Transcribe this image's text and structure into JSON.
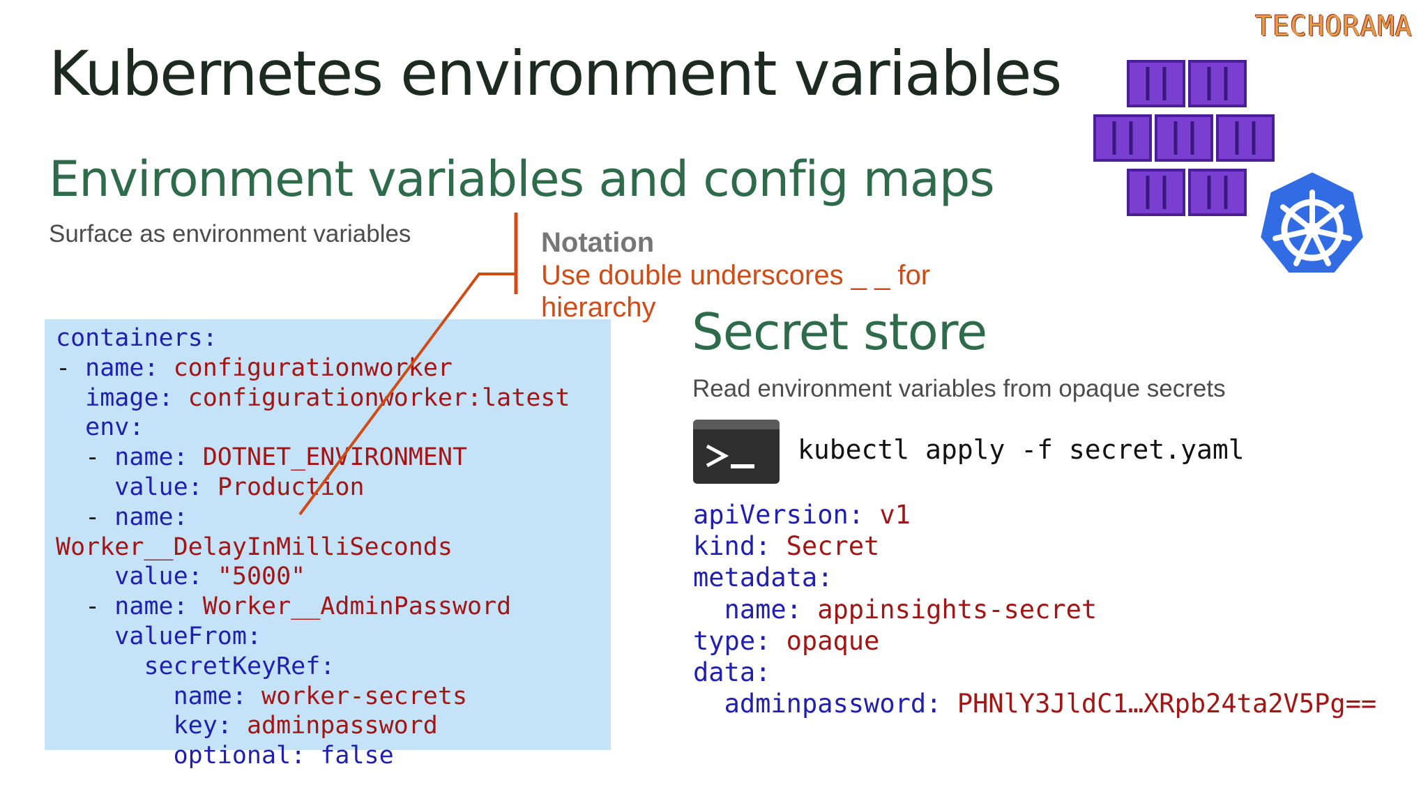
{
  "slide": {
    "title": "Kubernetes environment variables",
    "subtitle": "Environment variables and config maps",
    "surface_caption": "Surface as environment variables",
    "brand": "TECHORAMA",
    "notation": {
      "title": "Notation",
      "text": "Use double underscores _ _ for hierarchy"
    },
    "left_code": [
      [
        {
          "t": "k",
          "s": "containers:"
        }
      ],
      [
        {
          "t": "p",
          "s": "- "
        },
        {
          "t": "k",
          "s": "name: "
        },
        {
          "t": "v",
          "s": "configurationworker"
        }
      ],
      [
        {
          "t": "p",
          "s": "  "
        },
        {
          "t": "k",
          "s": "image: "
        },
        {
          "t": "v",
          "s": "configurationworker:latest"
        }
      ],
      [
        {
          "t": "p",
          "s": "  "
        },
        {
          "t": "k",
          "s": "env:"
        }
      ],
      [
        {
          "t": "p",
          "s": "  - "
        },
        {
          "t": "k",
          "s": "name: "
        },
        {
          "t": "v",
          "s": "DOTNET_ENVIRONMENT"
        }
      ],
      [
        {
          "t": "p",
          "s": "    "
        },
        {
          "t": "k",
          "s": "value: "
        },
        {
          "t": "v",
          "s": "Production"
        }
      ],
      [
        {
          "t": "p",
          "s": "  - "
        },
        {
          "t": "k",
          "s": "name:"
        }
      ],
      [
        {
          "t": "v",
          "s": "Worker__DelayInMilliSeconds"
        }
      ],
      [
        {
          "t": "p",
          "s": "    "
        },
        {
          "t": "k",
          "s": "value: "
        },
        {
          "t": "v",
          "s": "\"5000\""
        }
      ],
      [
        {
          "t": "p",
          "s": "  - "
        },
        {
          "t": "k",
          "s": "name: "
        },
        {
          "t": "v",
          "s": "Worker__AdminPassword"
        }
      ],
      [
        {
          "t": "p",
          "s": "    "
        },
        {
          "t": "k",
          "s": "valueFrom:"
        }
      ],
      [
        {
          "t": "p",
          "s": "      "
        },
        {
          "t": "k",
          "s": "secretKeyRef:"
        }
      ],
      [
        {
          "t": "p",
          "s": "        "
        },
        {
          "t": "k",
          "s": "name: "
        },
        {
          "t": "v",
          "s": "worker-secrets"
        }
      ],
      [
        {
          "t": "p",
          "s": "        "
        },
        {
          "t": "k",
          "s": "key: "
        },
        {
          "t": "v",
          "s": "adminpassword"
        }
      ],
      [
        {
          "t": "p",
          "s": "        "
        },
        {
          "t": "k",
          "s": "optional: "
        },
        {
          "t": "k",
          "s": "false"
        }
      ]
    ],
    "secret_store": {
      "title": "Secret store",
      "caption": "Read environment variables from opaque secrets",
      "command": "kubectl apply -f secret.yaml",
      "code": [
        [
          {
            "t": "k",
            "s": "apiVersion: "
          },
          {
            "t": "v",
            "s": "v1"
          }
        ],
        [
          {
            "t": "k",
            "s": "kind: "
          },
          {
            "t": "v",
            "s": "Secret"
          }
        ],
        [
          {
            "t": "k",
            "s": "metadata:"
          }
        ],
        [
          {
            "t": "p",
            "s": "  "
          },
          {
            "t": "k",
            "s": "name: "
          },
          {
            "t": "v",
            "s": "appinsights-secret"
          }
        ],
        [
          {
            "t": "k",
            "s": "type: "
          },
          {
            "t": "v",
            "s": "opaque"
          }
        ],
        [
          {
            "t": "k",
            "s": "data:"
          }
        ],
        [
          {
            "t": "p",
            "s": "  "
          },
          {
            "t": "k",
            "s": "adminpassword: "
          },
          {
            "t": "v",
            "s": "PHNlY3JldC1…XRpb24ta2V5Pg=="
          }
        ]
      ]
    },
    "colors": {
      "title": "#1d2a22",
      "subtitle": "#2e6b4a",
      "notation_text": "#d24b15",
      "code_key": "#1f1fb0",
      "code_value": "#a31515",
      "code_box": "#c5e3f8",
      "k8s_blue": "#326ce5",
      "container_purple": "#7a3fd0"
    },
    "icons": [
      "terminal-icon",
      "aks-containers-icon",
      "kubernetes-helm-icon"
    ]
  }
}
